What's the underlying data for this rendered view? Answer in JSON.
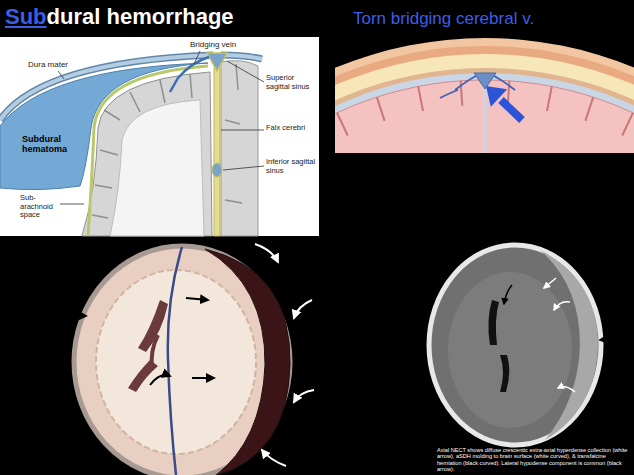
{
  "diagram": {
    "title": "Subdural hemorrhage",
    "caption": "Axial NECT shows diffuse crescentic extra-axial hyperdense collection (white arrow), aSDH molding to brain surface (white curved), & transfalcine herniation (black curved). Lateral hypodense component is common (black arrow).",
    "labels": [
      "Torn bridging cerebral v.",
      "Bridging vein",
      "Dura mater",
      "Superior sagittal sinus",
      "Subdural hematoma",
      "Falx cerebri",
      "Inferior sagittal sinus",
      "Sub-arachnoid space"
    ]
  }
}
